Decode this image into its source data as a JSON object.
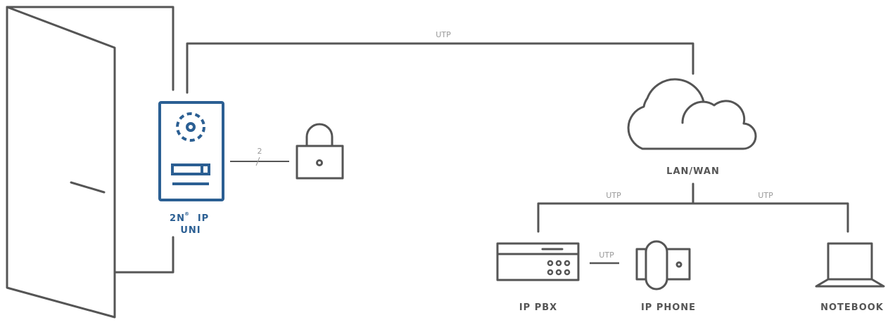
{
  "labels": {
    "device_brand": "2N",
    "device_reg": "®",
    "device_ip": "IP",
    "device_model": "UNI",
    "network": "LAN/WAN",
    "pbx": "IP PBX",
    "phone": "IP PHONE",
    "notebook": "NOTEBOOK"
  },
  "cables": {
    "top": "UTP",
    "lock_wires": "2",
    "left_branch": "UTP",
    "right_branch": "UTP",
    "pbx_phone": "UTP"
  },
  "colors": {
    "device": "#2b5f93",
    "lines": "#555555"
  }
}
